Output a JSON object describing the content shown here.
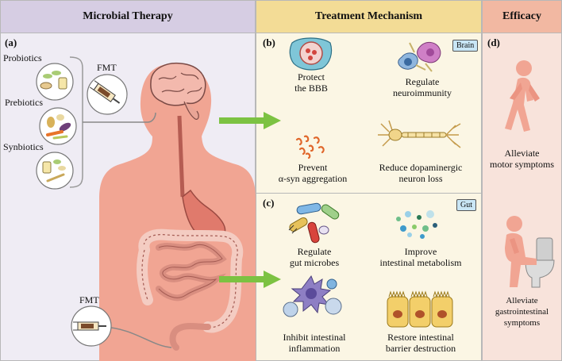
{
  "headers": {
    "therapy": "Microbial Therapy",
    "mechanism": "Treatment Mechanism",
    "efficacy": "Efficacy"
  },
  "panels": {
    "a": "(a)",
    "b": "(b)",
    "c": "(c)",
    "d": "(d)"
  },
  "therapy": {
    "probiotics": "Probiotics",
    "prebiotics": "Prebiotics",
    "synbiotics": "Synbiotics",
    "fmt_top": "FMT",
    "fmt_bottom": "FMT"
  },
  "brain": {
    "tag": "Brain",
    "bbb_line1": "Protect",
    "bbb_line2": "the BBB",
    "neuro_line1": "Regulate",
    "neuro_line2": "neuroimmunity",
    "syn_line1": "Prevent",
    "syn_line2": "α-syn aggregation",
    "dopa_line1": "Reduce dopaminergic",
    "dopa_line2": "neuron loss"
  },
  "gut": {
    "tag": "Gut",
    "microbes_line1": "Regulate",
    "microbes_line2": "gut microbes",
    "metab_line1": "Improve",
    "metab_line2": "intestinal metabolism",
    "inflam_line1": "Inhibit intestinal",
    "inflam_line2": "inflammation",
    "barrier_line1": "Restore intestinal",
    "barrier_line2": "barrier destruction"
  },
  "efficacy": {
    "motor_line1": "Alleviate",
    "motor_line2": "motor symptoms",
    "gi_line1": "Alleviate",
    "gi_line2": "gastrointestinal",
    "gi_line3": "symptoms"
  },
  "colors": {
    "therapy_bg": "#efecf4",
    "therapy_hdr": "#d6cde3",
    "mechanism_bg": "#fbf6e4",
    "mechanism_hdr": "#f3dc96",
    "efficacy_bg": "#f8e3db",
    "efficacy_hdr": "#f2b8a2",
    "arrow": "#7cc242",
    "skin": "#f1a593",
    "tag_bg": "#c9e6f5"
  }
}
